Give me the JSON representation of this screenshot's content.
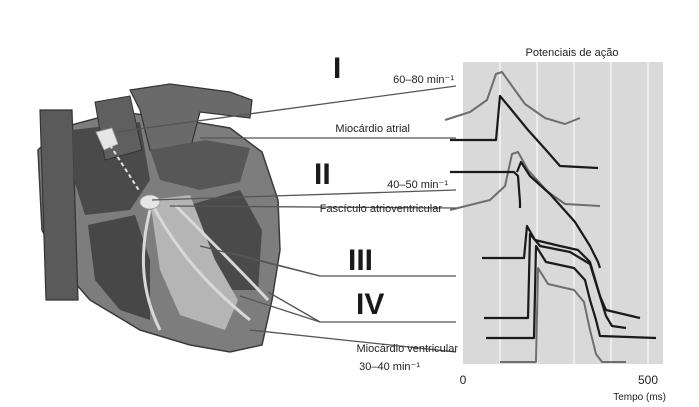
{
  "panel_title": "Potenciais de ação",
  "markers": [
    {
      "numeral": "I",
      "rate": "60–80 min⁻¹"
    },
    {
      "numeral": "II",
      "rate": "40–50 min⁻¹"
    },
    {
      "numeral": "III",
      "rate": ""
    },
    {
      "numeral": "IV",
      "rate": "30–40 min⁻¹"
    }
  ],
  "structure_labels": {
    "atrial": "Miocárdio atrial",
    "av_bundle": "Fascículo atrioventricular",
    "ventricular": "Miocárdio ventricular"
  },
  "axis": {
    "label": "Tempo (ms)",
    "ticks": [
      "0",
      "500"
    ]
  },
  "colors": {
    "panel_bg": "#d9d9d9",
    "heart_dark": "#4a4a4a",
    "heart_mid": "#7d7d7d",
    "heart_light": "#b5b5b5",
    "trace_dark": "#1a1a1a",
    "trace_gray": "#6e6e6e"
  }
}
